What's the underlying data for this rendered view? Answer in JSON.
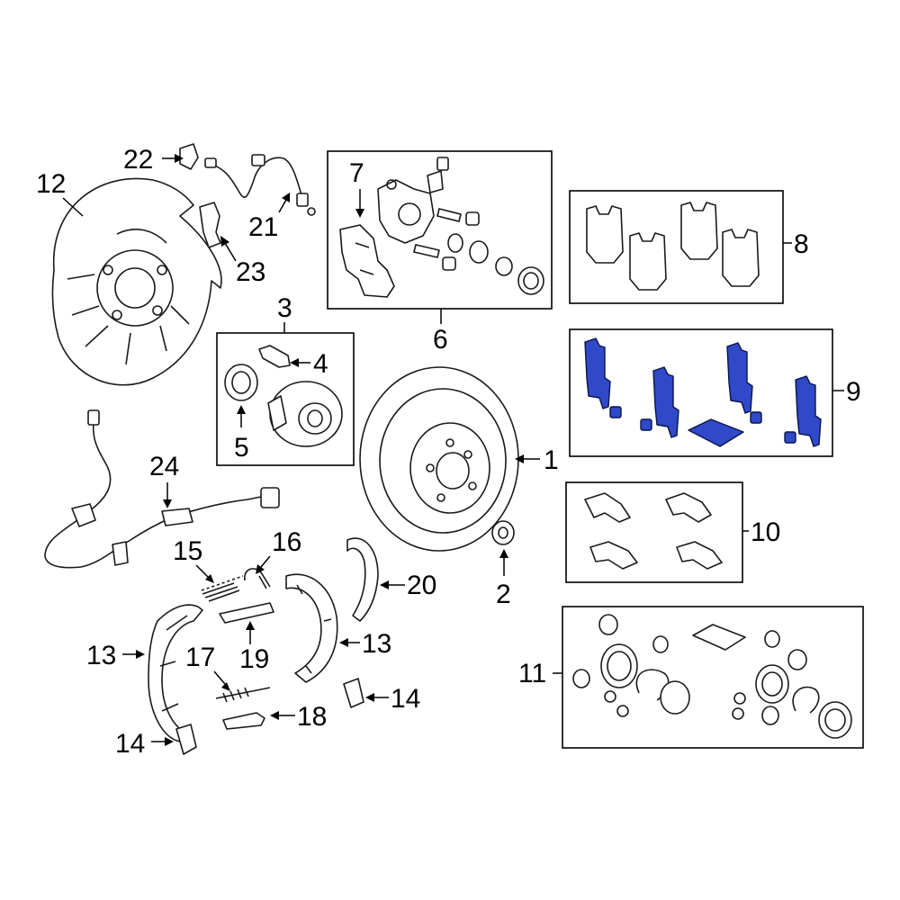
{
  "diagram": {
    "highlight_color": "#2f49c8",
    "line_color": "#000000",
    "callouts": {
      "n1": "1",
      "n2": "2",
      "n3": "3",
      "n4": "4",
      "n5": "5",
      "n6": "6",
      "n7": "7",
      "n8": "8",
      "n9": "9",
      "n10": "10",
      "n11": "11",
      "n12": "12",
      "n13a": "13",
      "n13b": "13",
      "n14a": "14",
      "n14b": "14",
      "n15": "15",
      "n16": "16",
      "n17": "17",
      "n18": "18",
      "n19": "19",
      "n20": "20",
      "n21": "21",
      "n22": "22",
      "n23": "23",
      "n24": "24"
    }
  }
}
